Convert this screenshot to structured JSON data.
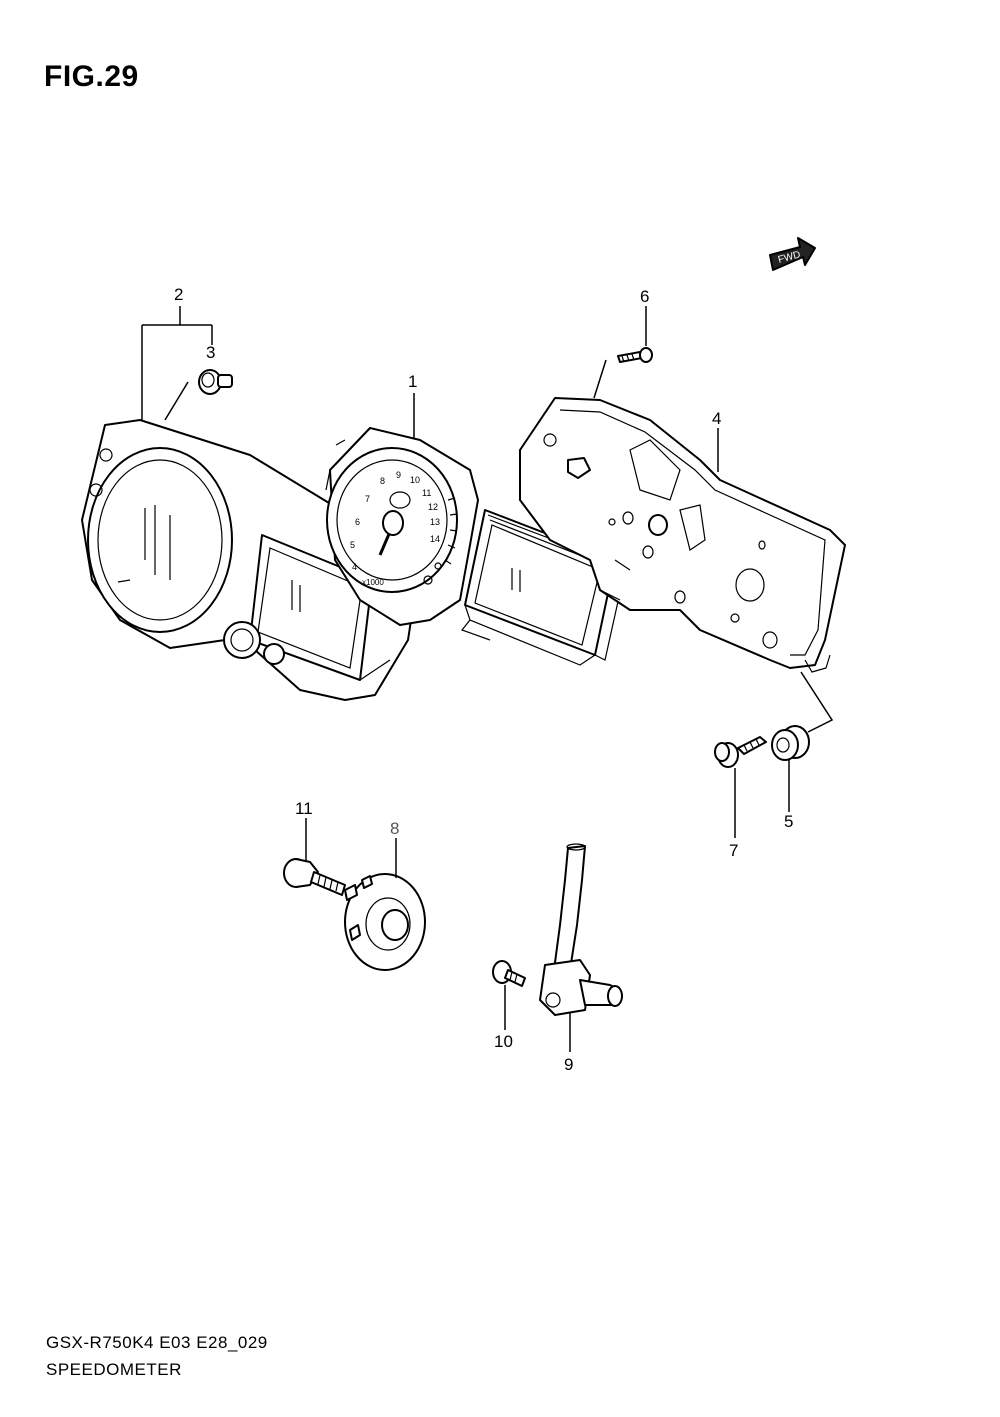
{
  "figure": {
    "title": "FIG.29",
    "model_code": "GSX-R750K4 E03 E28_029",
    "section_name": "SPEEDOMETER"
  },
  "fwd_badge": {
    "label": "FWD"
  },
  "callouts": [
    {
      "id": "1",
      "label": "1"
    },
    {
      "id": "2",
      "label": "2"
    },
    {
      "id": "3",
      "label": "3"
    },
    {
      "id": "4",
      "label": "4"
    },
    {
      "id": "5",
      "label": "5"
    },
    {
      "id": "6",
      "label": "6"
    },
    {
      "id": "7",
      "label": "7"
    },
    {
      "id": "8",
      "label": "8"
    },
    {
      "id": "9",
      "label": "9"
    },
    {
      "id": "10",
      "label": "10"
    },
    {
      "id": "11",
      "label": "11"
    }
  ],
  "tachometer": {
    "scale_numbers": [
      "4",
      "5",
      "6",
      "7",
      "8",
      "9",
      "10",
      "11",
      "12",
      "13",
      "14"
    ],
    "unit_label": "x1000"
  }
}
